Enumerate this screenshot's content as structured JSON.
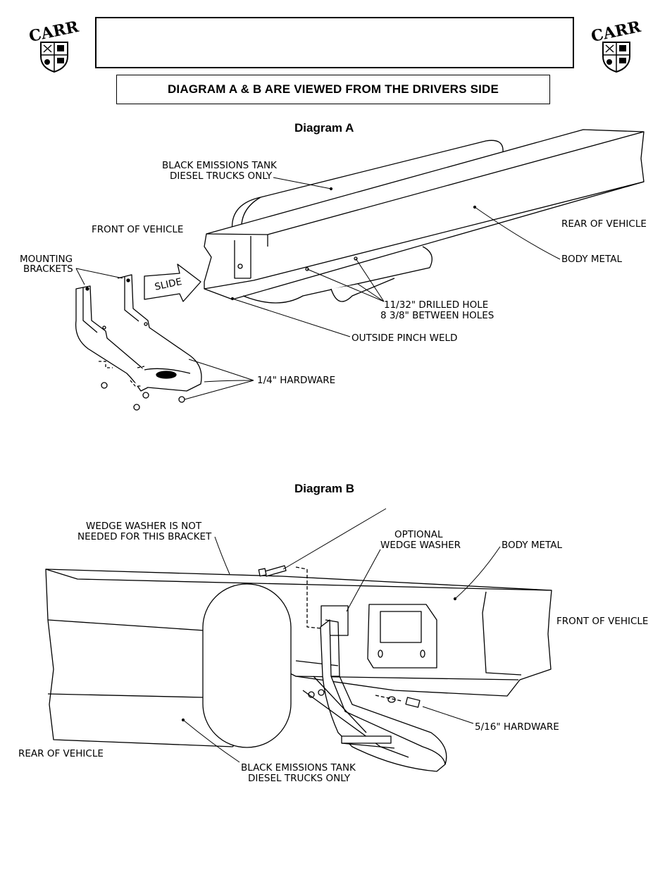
{
  "header": {
    "logo_text": "CARR",
    "banner": "DIAGRAM A & B ARE VIEWED FROM THE DRIVERS SIDE"
  },
  "diagram_a": {
    "title": "Diagram A",
    "labels": {
      "tank_1": "BLACK EMISSIONS TANK",
      "tank_2": "DIESEL TRUCKS ONLY",
      "front": "FRONT OF VEHICLE",
      "rear": "REAR OF VEHICLE",
      "mount_1": "MOUNTING",
      "mount_2": "BRACKETS",
      "slide": "SLIDE",
      "body": "BODY METAL",
      "hole_1": "11/32\" DRILLED HOLE",
      "hole_2": "8 3/8\" BETWEEN HOLES",
      "pinch": "OUTSIDE PINCH WELD",
      "hardware": "1/4\" HARDWARE"
    }
  },
  "diagram_b": {
    "title": "Diagram B",
    "labels": {
      "wedge_1": "WEDGE WASHER IS NOT",
      "wedge_2": "NEEDED FOR THIS BRACKET",
      "opt_1": "OPTIONAL",
      "opt_2": "WEDGE WASHER",
      "body": "BODY METAL",
      "front": "FRONT OF VEHICLE",
      "hardware": "5/16\" HARDWARE",
      "rear": "REAR OF VEHICLE",
      "tank_1": "BLACK EMISSIONS TANK",
      "tank_2": "DIESEL TRUCKS ONLY"
    }
  }
}
